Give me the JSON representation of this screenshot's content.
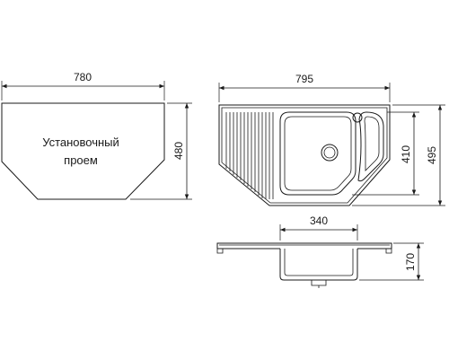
{
  "cutout": {
    "width": "780",
    "height": "480",
    "label_line1": "Установочный",
    "label_line2": "проем"
  },
  "sink_top": {
    "width": "795",
    "bowl_depth": "410",
    "total_depth": "495"
  },
  "sink_side": {
    "bowl_width": "340",
    "height": "170"
  }
}
